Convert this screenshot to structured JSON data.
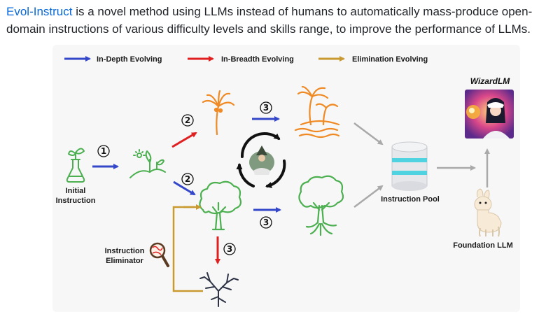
{
  "intro": {
    "link_text": "Evol-Instruct",
    "rest_text": " is a novel method using LLMs instead of humans to automatically mass-produce open-domain instructions of various difficulty levels and skills range, to improve the performance of LLMs."
  },
  "legend": [
    {
      "label": "In-Depth Evolving",
      "color": "#3447c9"
    },
    {
      "label": "In-Breadth Evolving",
      "color": "#e02020"
    },
    {
      "label": "Elimination Evolving",
      "color": "#c99a30"
    }
  ],
  "labels": {
    "initial_line1": "Initial",
    "initial_line2": "Instruction",
    "eliminator_line1": "Instruction",
    "eliminator_line2": "Eliminator",
    "pool": "Instruction Pool",
    "foundation": "Foundation LLM",
    "wizard": "WizardLM"
  },
  "steps": {
    "s1": "1",
    "s2a": "2",
    "s2b": "2",
    "s3a": "3",
    "s3b": "3",
    "s3c": "3"
  },
  "colors": {
    "depth": "#3447c9",
    "breadth": "#e02020",
    "elimination": "#c99a30",
    "gray": "#a9a9a9",
    "plant_green": "#4caf50",
    "palm_orange": "#f08a24",
    "pool_cyan": "#4fd3e0"
  },
  "icons": [
    "flask-sprout-icon",
    "sprout-icon",
    "palm-tree-icon",
    "island-icon",
    "tree-icon",
    "rooted-tree-icon",
    "dead-tree-icon",
    "cycle-icon",
    "database-icon",
    "magnifier-icon",
    "llama-icon",
    "wizard-avatar"
  ]
}
